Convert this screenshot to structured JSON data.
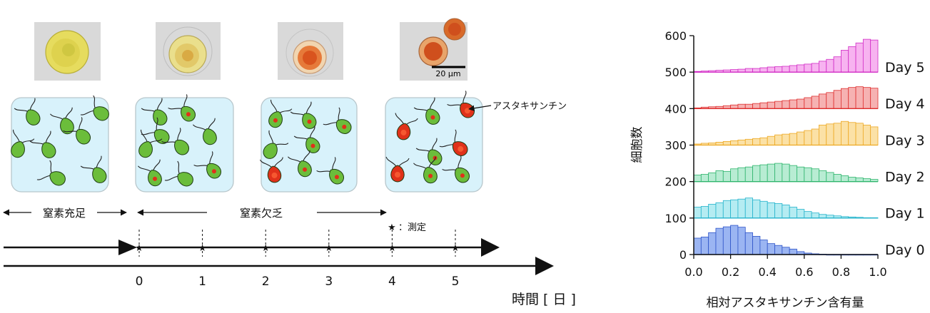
{
  "micrographs": {
    "scale_bar": "20 μm",
    "cell_colors": [
      {
        "outer": "#e6dc5e",
        "inner": "#c9c23c",
        "mid": "#dcd04a"
      },
      {
        "outer": "#eadf8c",
        "inner": "#d7a23b",
        "mid": "#e0c563"
      },
      {
        "outer": "#f1d5b0",
        "inner": "#d9541e",
        "mid": "#e67a3a"
      },
      {
        "outer": "#e8a46a",
        "inner": "#cf4f1d",
        "mid": "#d86a2a"
      }
    ]
  },
  "schematic": {
    "panel_color": "#d8f2fb",
    "cell_green": "#6bbd3b",
    "cell_red": "#e0311a",
    "astaxanthin_label": "アスタキサンチン"
  },
  "timeline": {
    "phase_sufficient": "窒素充足",
    "phase_deficient": "窒素欠乏",
    "measure_legend": "：測定",
    "ticks": [
      "0",
      "1",
      "2",
      "3",
      "4",
      "5"
    ],
    "axis_label": "時間 [ 日 ]"
  },
  "chart_data": {
    "type": "bar",
    "title": "",
    "xlabel": "相対アスタキサンチン含有量",
    "ylabel": "細胞数",
    "xlim": [
      0.0,
      1.0
    ],
    "ylim": [
      0,
      600
    ],
    "x_ticks": [
      "0.0",
      "0.2",
      "0.4",
      "0.6",
      "0.8",
      "1.0"
    ],
    "y_ticks": [
      "0",
      "100",
      "200",
      "300",
      "400",
      "500",
      "600"
    ],
    "bin_width": 0.04,
    "bin_starts": [
      0.0,
      0.04,
      0.08,
      0.12,
      0.16,
      0.2,
      0.24,
      0.28,
      0.32,
      0.36,
      0.4,
      0.44,
      0.48,
      0.52,
      0.56,
      0.6,
      0.64,
      0.68,
      0.72,
      0.76,
      0.8,
      0.84,
      0.88,
      0.92,
      0.96
    ],
    "series": [
      {
        "name": "Day 0",
        "baseline": 0,
        "fill": "#9bb5f2",
        "stroke": "#2f55c9",
        "values": [
          45,
          48,
          60,
          72,
          76,
          80,
          75,
          60,
          50,
          40,
          30,
          25,
          20,
          15,
          8,
          4,
          2,
          1,
          0,
          0,
          0,
          0,
          0,
          0,
          0
        ]
      },
      {
        "name": "Day 1",
        "baseline": 100,
        "fill": "#b5ecf2",
        "stroke": "#26b4cc",
        "values": [
          30,
          32,
          38,
          42,
          48,
          50,
          52,
          55,
          50,
          46,
          42,
          40,
          36,
          30,
          24,
          18,
          14,
          10,
          8,
          6,
          4,
          3,
          2,
          1,
          1
        ]
      },
      {
        "name": "Day 2",
        "baseline": 200,
        "fill": "#b8ecd3",
        "stroke": "#2fb56d",
        "values": [
          18,
          20,
          24,
          30,
          28,
          35,
          38,
          40,
          44,
          46,
          48,
          50,
          48,
          44,
          40,
          38,
          35,
          30,
          25,
          20,
          16,
          12,
          10,
          8,
          6
        ]
      },
      {
        "name": "Day 3",
        "baseline": 300,
        "fill": "#fbe1a6",
        "stroke": "#eda823",
        "values": [
          3,
          5,
          6,
          8,
          10,
          12,
          14,
          16,
          18,
          20,
          24,
          28,
          30,
          32,
          36,
          40,
          44,
          55,
          58,
          60,
          65,
          62,
          60,
          55,
          50
        ]
      },
      {
        "name": "Day 4",
        "baseline": 400,
        "fill": "#f6b2b2",
        "stroke": "#de2f2f",
        "values": [
          2,
          4,
          5,
          6,
          8,
          10,
          12,
          12,
          14,
          16,
          18,
          20,
          22,
          24,
          26,
          30,
          34,
          40,
          44,
          50,
          55,
          58,
          60,
          58,
          56
        ]
      },
      {
        "name": "Day 5",
        "baseline": 500,
        "fill": "#f7b3f0",
        "stroke": "#d12bc5",
        "values": [
          2,
          3,
          4,
          5,
          6,
          7,
          8,
          10,
          10,
          12,
          14,
          15,
          16,
          18,
          20,
          22,
          24,
          30,
          35,
          42,
          60,
          70,
          80,
          90,
          88
        ]
      }
    ]
  }
}
